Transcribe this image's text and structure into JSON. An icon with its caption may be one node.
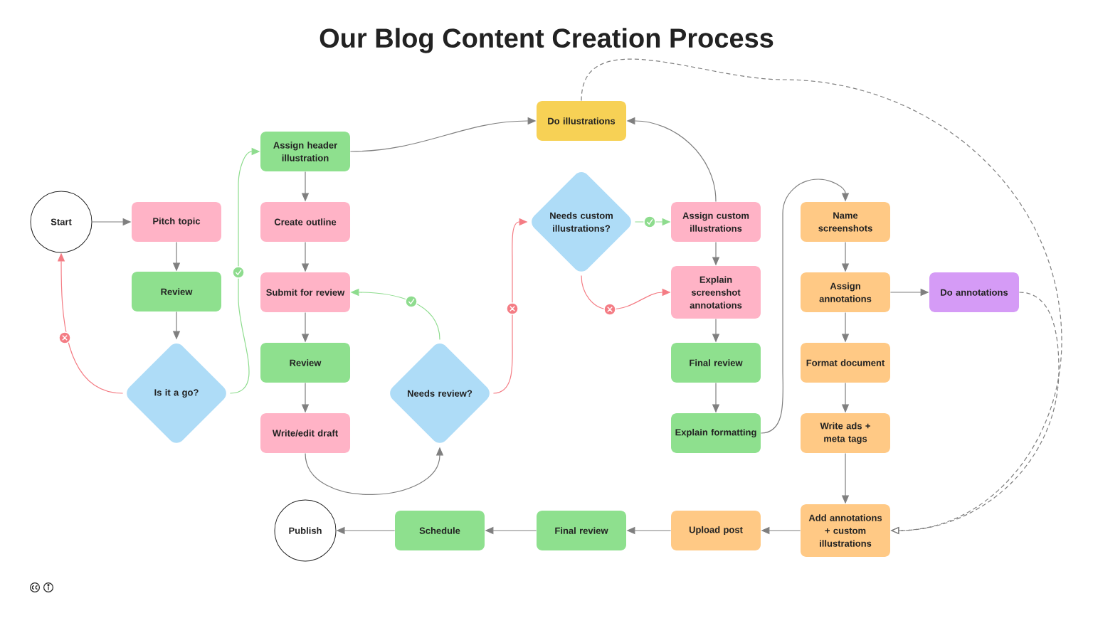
{
  "diagram": {
    "title": "Our Blog Content Creation Process",
    "nodes": [
      {
        "text": [
          "Start"
        ]
      },
      {
        "text": [
          "Pitch topic"
        ]
      },
      {
        "text": [
          "Review"
        ]
      },
      {
        "text": [
          "Is it a go?"
        ]
      },
      {
        "text": [
          "Assign header illustration"
        ]
      },
      {
        "text": [
          "Create outline"
        ]
      },
      {
        "text": [
          "Submit for review"
        ]
      },
      {
        "text": [
          "Review"
        ]
      },
      {
        "text": [
          "Write/edit draft"
        ]
      },
      {
        "text": [
          "Needs review?"
        ]
      },
      {
        "text": [
          "Do illustrations"
        ]
      },
      {
        "text": [
          "Needs custom illustrations?"
        ]
      },
      {
        "text": [
          "Assign custom illustrations"
        ]
      },
      {
        "text": [
          "Explain screenshot annotations"
        ]
      },
      {
        "text": [
          "Final review"
        ]
      },
      {
        "text": [
          "Explain formatting"
        ]
      },
      {
        "text": [
          "Name screenshots"
        ]
      },
      {
        "text": [
          "Assign annotations"
        ]
      },
      {
        "text": [
          "Do annotations"
        ]
      },
      {
        "text": [
          "Format document"
        ]
      },
      {
        "text": [
          "Write ads + meta tags"
        ]
      },
      {
        "text": [
          "Add annotations + custom illustrations"
        ]
      },
      {
        "text": [
          "Upload post"
        ]
      },
      {
        "text": [
          "Final review"
        ]
      },
      {
        "text": [
          "Schedule"
        ]
      },
      {
        "text": [
          "Publish"
        ]
      }
    ],
    "edges": [
      {
        "from": 0,
        "to": 1,
        "arrow": "to"
      },
      {
        "from": 1,
        "to": 2,
        "arrow": "to"
      },
      {
        "from": 2,
        "to": 3,
        "arrow": "to"
      },
      {
        "from": 3,
        "to": 0,
        "arrow": "to",
        "color": "#f47c84"
      },
      {
        "from": 3,
        "to": 4,
        "arrow": "to",
        "color": "#8edc8e"
      },
      {
        "from": 4,
        "to": 5,
        "arrow": "to"
      },
      {
        "from": 4,
        "to": 10,
        "arrow": "to"
      },
      {
        "from": 5,
        "to": 6,
        "arrow": "to"
      },
      {
        "from": 6,
        "to": 7,
        "arrow": "to"
      },
      {
        "from": 7,
        "to": 8,
        "arrow": "to"
      },
      {
        "from": 8,
        "to": 9,
        "arrow": "to"
      },
      {
        "from": 9,
        "to": 6,
        "arrow": "to",
        "color": "#8edc8e"
      },
      {
        "from": 9,
        "to": 11,
        "arrow": "to",
        "color": "#f47c84"
      },
      {
        "from": 11,
        "to": 12,
        "arrow": "to",
        "color": "#8edc8e"
      },
      {
        "from": 11,
        "to": 13,
        "arrow": "to",
        "color": "#f47c84"
      },
      {
        "from": 12,
        "to": 10,
        "arrow": "to"
      },
      {
        "from": 12,
        "to": 13,
        "arrow": "to"
      },
      {
        "from": 13,
        "to": 14,
        "arrow": "to"
      },
      {
        "from": 14,
        "to": 15,
        "arrow": "to"
      },
      {
        "from": 15,
        "to": 16,
        "arrow": "to"
      },
      {
        "from": 16,
        "to": 17,
        "arrow": "to"
      },
      {
        "from": 17,
        "to": 18,
        "arrow": "to"
      },
      {
        "from": 17,
        "to": 19,
        "arrow": "to"
      },
      {
        "from": 19,
        "to": 20,
        "arrow": "to"
      },
      {
        "from": 20,
        "to": 21,
        "arrow": "to"
      },
      {
        "from": 10,
        "to": 21,
        "arrow": "to",
        "style": "dashed"
      },
      {
        "from": 18,
        "to": 21,
        "arrow": "to",
        "style": "dashed"
      },
      {
        "from": 21,
        "to": 22,
        "arrow": "to"
      },
      {
        "from": 22,
        "to": 23,
        "arrow": "to"
      },
      {
        "from": 23,
        "to": 24,
        "arrow": "to"
      },
      {
        "from": 24,
        "to": 25,
        "arrow": "to"
      }
    ]
  }
}
